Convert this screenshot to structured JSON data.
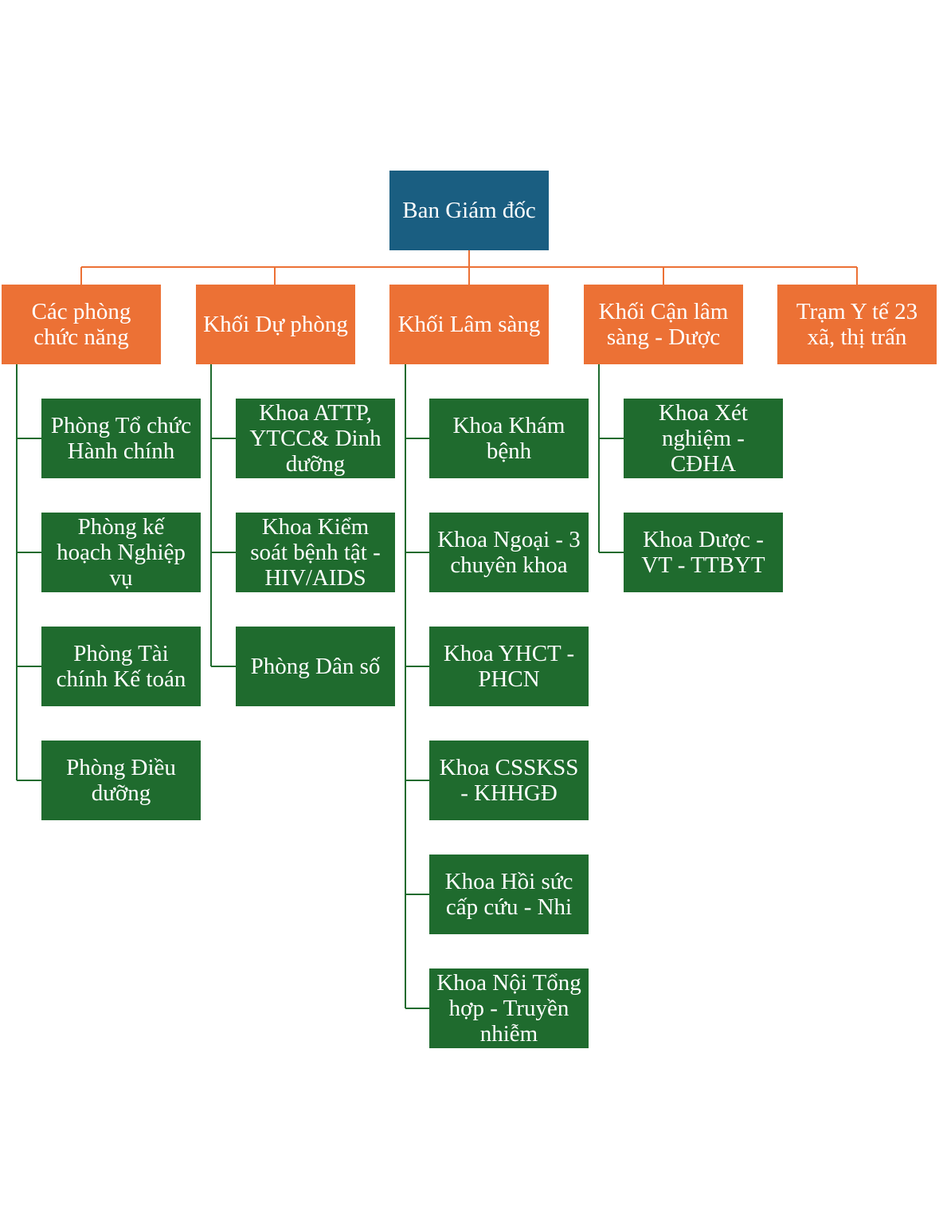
{
  "colors": {
    "root_fill": "#1a5e81",
    "category_fill": "#ec7135",
    "unit_fill": "#1f6b2e",
    "root_connector": "#ec7135",
    "unit_connector": "#1f6b2e",
    "text": "#ffffff"
  },
  "root": {
    "label": "Ban Giám đốc"
  },
  "categories": [
    {
      "label": "Các phòng\nchức năng",
      "units": [
        "Phòng Tổ chức\nHành chính",
        "Phòng kế\nhoạch Nghiệp\nvụ",
        "Phòng Tài\nchính Kế toán",
        "Phòng Điều\ndưỡng"
      ]
    },
    {
      "label": "Khối Dự phòng",
      "units": [
        "Khoa ATTP,\nYTCC& Dinh\ndưỡng",
        "Khoa Kiểm\nsoát bệnh tật -\nHIV/AIDS",
        "Phòng Dân số"
      ]
    },
    {
      "label": "Khối Lâm sàng",
      "units": [
        "Khoa Khám\nbệnh",
        "Khoa Ngoại - 3\nchuyên khoa",
        "Khoa YHCT -\nPHCN",
        "Khoa CSSKSS\n- KHHGĐ",
        "Khoa Hồi sức\ncấp cứu - Nhi",
        "Khoa Nội Tổng\nhợp - Truyền\nnhiễm"
      ]
    },
    {
      "label": "Khối Cận lâm\nsàng - Dược",
      "units": [
        "Khoa Xét\nnghiệm -\nCĐHA",
        "Khoa Dược -\nVT - TTBYT"
      ]
    },
    {
      "label": "Trạm Y tế 23\nxã, thị trấn",
      "units": []
    }
  ]
}
